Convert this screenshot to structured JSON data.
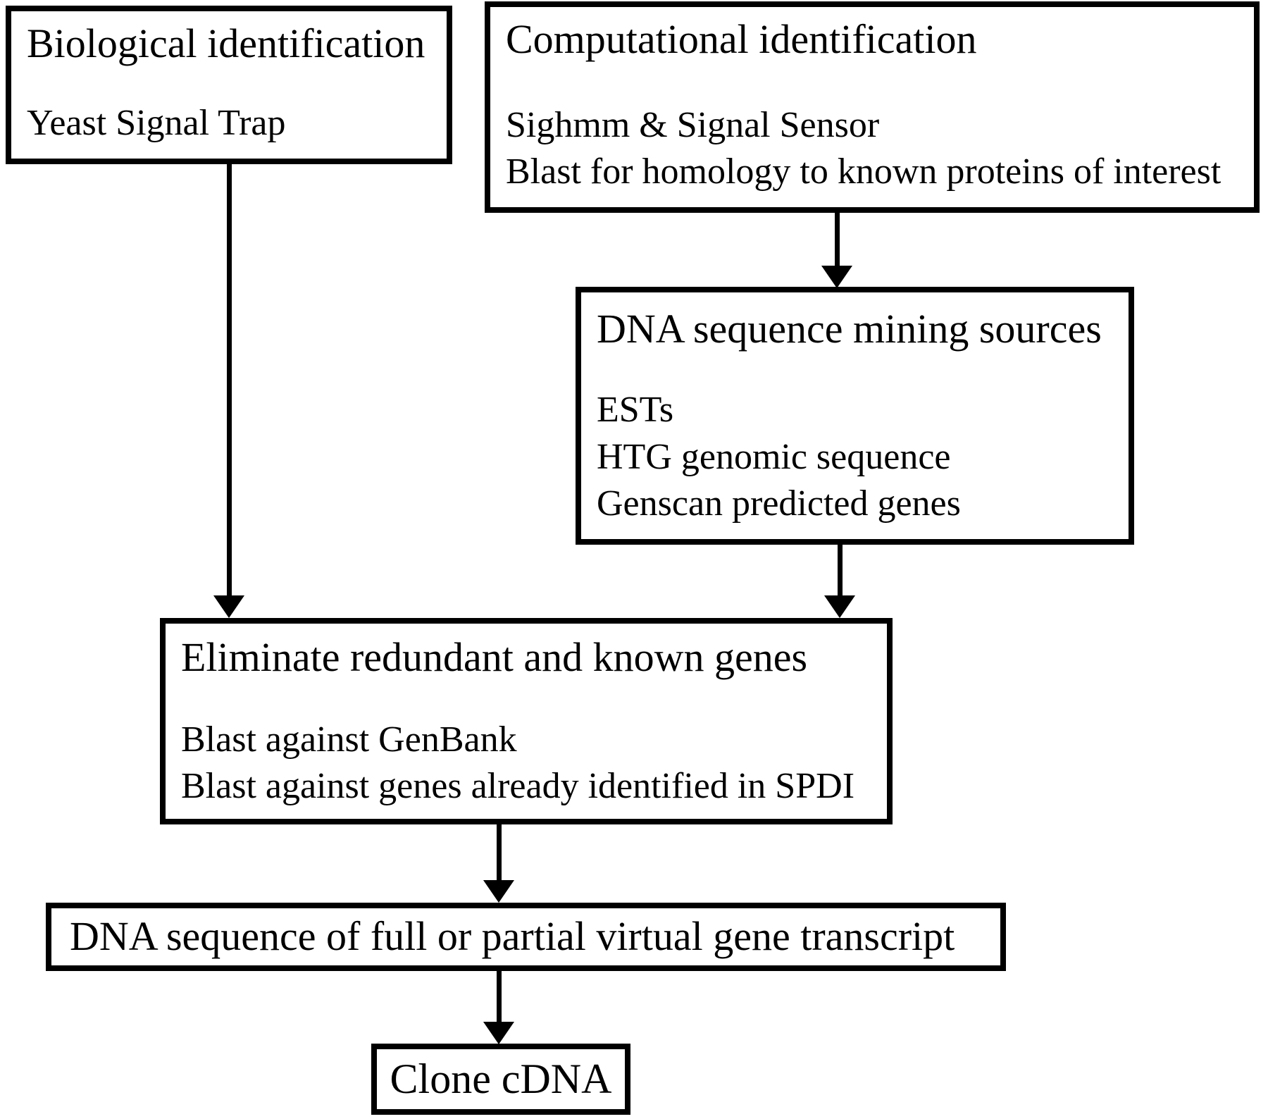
{
  "figure": {
    "background_color": "#ffffff",
    "line_color": "#000000",
    "boxes": [
      {
        "id": "biological",
        "title": "Biological identification",
        "lines": [
          "Yeast Signal Trap"
        ]
      },
      {
        "id": "computational",
        "title": "Computational identification",
        "lines": [
          "Sighmm & Signal Sensor",
          "Blast for homology to known proteins of interest"
        ]
      },
      {
        "id": "mining",
        "title": "DNA sequence mining sources",
        "lines": [
          "ESTs",
          "HTG genomic sequence",
          "Genscan predicted genes"
        ]
      },
      {
        "id": "eliminate",
        "title": "Eliminate redundant and known genes",
        "lines": [
          "Blast against GenBank",
          "Blast against genes already identified in SPDI"
        ]
      },
      {
        "id": "transcript",
        "title": "DNA sequence of full or partial virtual gene transcript",
        "lines": []
      },
      {
        "id": "clone",
        "title": "Clone cDNA",
        "lines": []
      }
    ],
    "edges": [
      {
        "from": "biological",
        "to": "eliminate"
      },
      {
        "from": "computational",
        "to": "mining"
      },
      {
        "from": "mining",
        "to": "eliminate"
      },
      {
        "from": "eliminate",
        "to": "transcript"
      },
      {
        "from": "transcript",
        "to": "clone"
      }
    ]
  }
}
